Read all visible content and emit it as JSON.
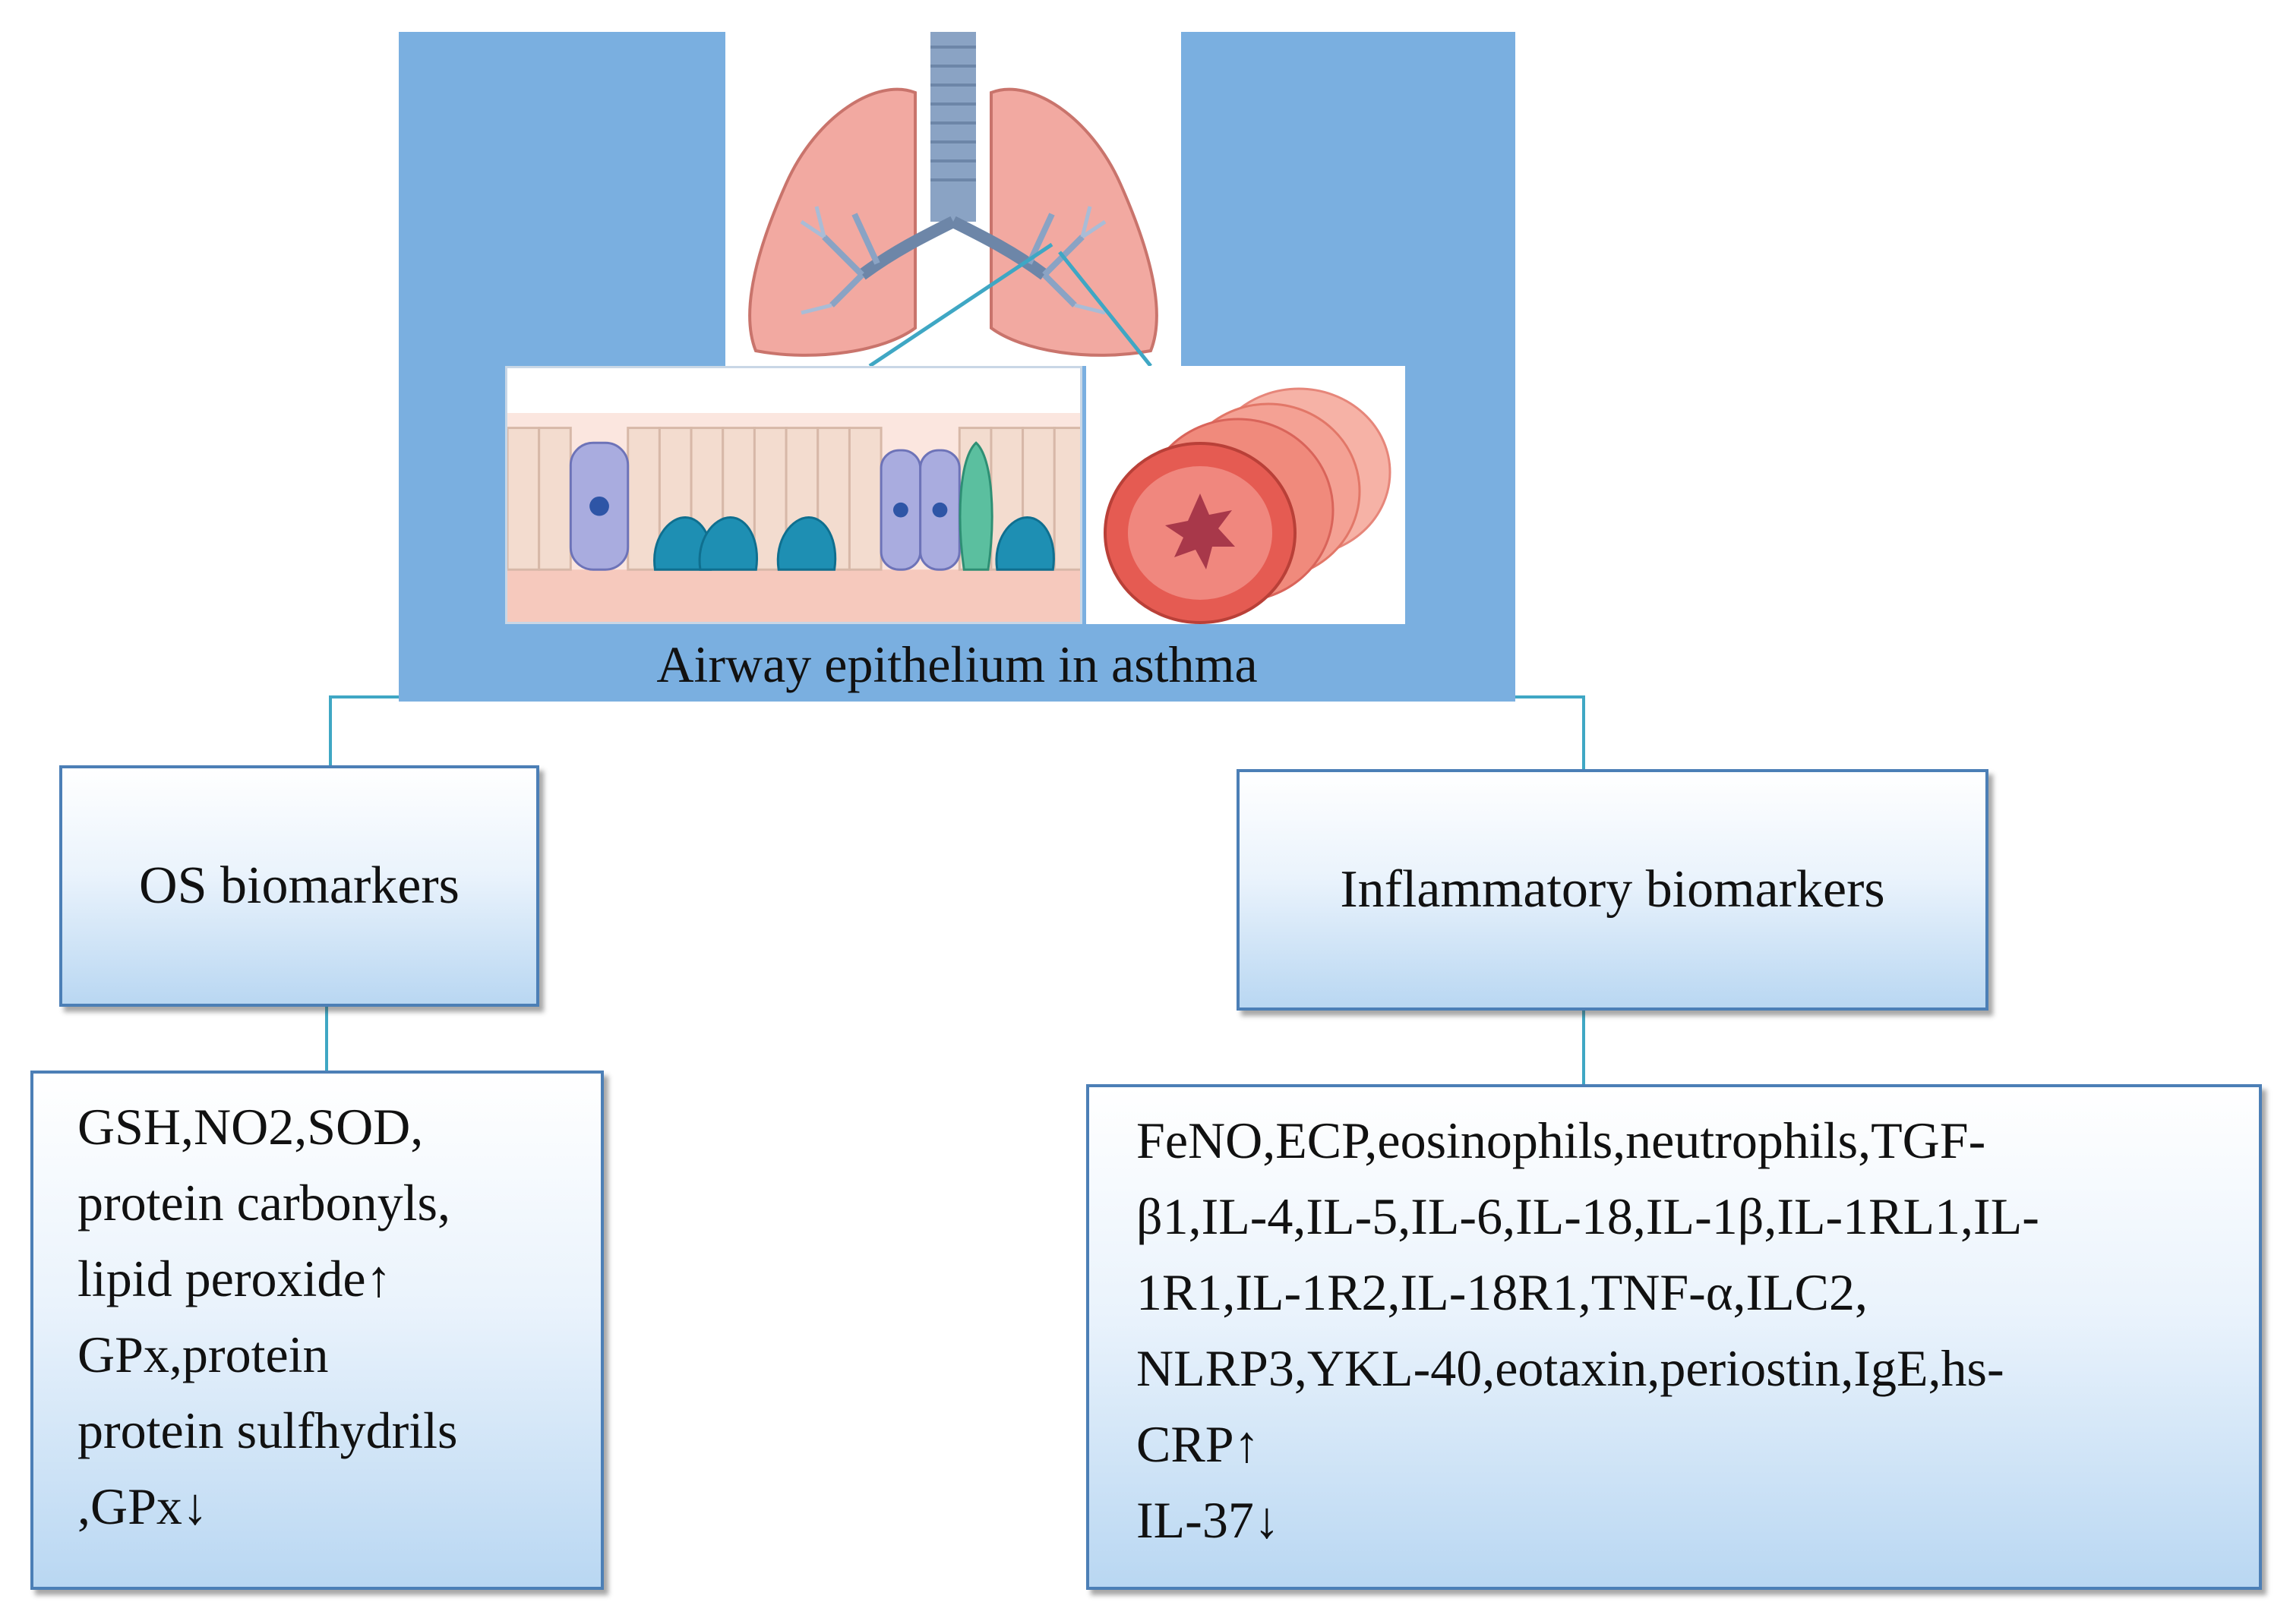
{
  "top_panel": {
    "caption": "Airway epithelium in asthma",
    "lungs_icon": "lungs-illustration-icon",
    "epithelium_icon": "airway-epithelium-cells-icon",
    "cross_section_icon": "airway-cross-section-icon"
  },
  "left_branch": {
    "title": "OS biomarkers",
    "lines": [
      "GSH,NO2,SOD,",
      "protein carbonyls,",
      "lipid peroxide↑",
      "GPx,protein",
      "protein sulfhydrils",
      ",GPx↓"
    ]
  },
  "right_branch": {
    "title": "Inflammatory biomarkers",
    "lines": [
      "FeNO,ECP,eosinophils,neutrophils,TGF-",
      "β1,IL-4,IL-5,IL-6,IL-18,IL-1β,IL-1RL1,IL-",
      "1R1,IL-1R2,IL-18R1,TNF-α,ILC2,",
      "NLRP3,YKL-40,eotaxin,periostin,IgE,hs-",
      "CRP↑",
      "IL-37↓"
    ]
  },
  "colors": {
    "panel_blue": "#7aafe0",
    "connector_teal": "#3fa7c4",
    "box_border": "#4c7fb6"
  }
}
